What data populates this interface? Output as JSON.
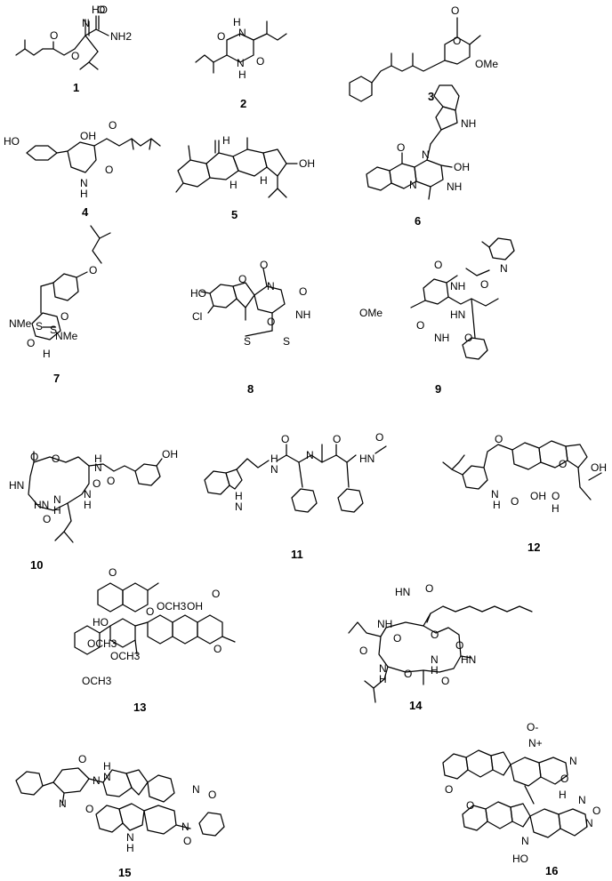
{
  "compounds": [
    {
      "id": "1",
      "labels": [
        "HO",
        "N",
        "O",
        "NH2",
        "O",
        "O"
      ]
    },
    {
      "id": "2",
      "labels": [
        "H",
        "N",
        "O",
        "O",
        "N",
        "H"
      ]
    },
    {
      "id": "3",
      "labels": [
        "O",
        "O",
        "OMe"
      ]
    },
    {
      "id": "4",
      "labels": [
        "HO",
        "OH",
        "O",
        "O",
        "N",
        "H"
      ]
    },
    {
      "id": "5",
      "labels": [
        "H",
        "H",
        "OH",
        "H"
      ]
    },
    {
      "id": "6",
      "labels": [
        "NH",
        "O",
        "N",
        "OH",
        "N",
        "NH"
      ]
    },
    {
      "id": "7",
      "labels": [
        "O",
        "O",
        "NMe",
        "S",
        "S",
        "NMe",
        "O",
        "H"
      ]
    },
    {
      "id": "8",
      "labels": [
        "HO",
        "O",
        "N",
        "O",
        "O",
        "NH",
        "Cl",
        "O",
        "S",
        "S"
      ]
    },
    {
      "id": "9",
      "labels": [
        "O",
        "N",
        "NH",
        "O",
        "OMe",
        "HN",
        "O",
        "NH",
        "O"
      ]
    },
    {
      "id": "10",
      "labels": [
        "OH",
        "O",
        "O",
        "H",
        "N",
        "O",
        "HN",
        "HN",
        "O",
        "N",
        "H",
        "O",
        "N",
        "H"
      ]
    },
    {
      "id": "11",
      "labels": [
        "O",
        "O",
        "N",
        "H",
        "N",
        "H",
        "N",
        "O",
        "HN"
      ]
    },
    {
      "id": "12",
      "labels": [
        "O",
        "O",
        "OH",
        "N",
        "H",
        "O",
        "OH",
        "O",
        "H"
      ]
    },
    {
      "id": "13",
      "labels": [
        "O",
        "HO",
        "O",
        "OCH3",
        "OH",
        "O",
        "OCH3",
        "OCH3",
        "OCH3",
        "O"
      ]
    },
    {
      "id": "14",
      "labels": [
        "HN",
        "O",
        "NH",
        "O",
        "O",
        "O",
        "HN",
        "O",
        "N",
        "H",
        "O",
        "N",
        "H",
        "O"
      ]
    },
    {
      "id": "15",
      "labels": [
        "O",
        "H",
        "N",
        "N",
        "N",
        "O",
        "N",
        "O",
        "N",
        "N",
        "H",
        "O"
      ]
    },
    {
      "id": "16",
      "labels": [
        "O-",
        "N+",
        "N",
        "O",
        "O",
        "N",
        "H",
        "O",
        "N",
        "O",
        "N",
        "HO"
      ]
    }
  ]
}
